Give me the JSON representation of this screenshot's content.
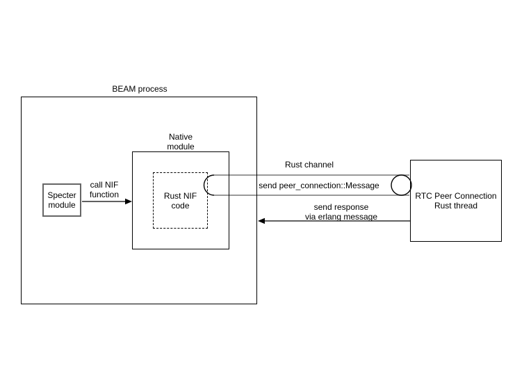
{
  "colors": {
    "background": "#ffffff",
    "stroke": "#000000",
    "text": "#000000",
    "pipe_gray": "#999999",
    "specter_border": "#666666"
  },
  "diagram": {
    "beam_process_label": "BEAM process",
    "specter_module_label": "Specter\nmodule",
    "call_nif_label": "call NIF\nfunction",
    "native_module_label": "Native\nmodule",
    "rust_nif_code_label": "Rust NIF\ncode",
    "rust_channel_label": "Rust channel",
    "channel_message_label": "send peer_connection::Message",
    "response_label": "send response\nvia erlang message",
    "rtc_thread_label": "RTC Peer Connection\nRust thread"
  }
}
